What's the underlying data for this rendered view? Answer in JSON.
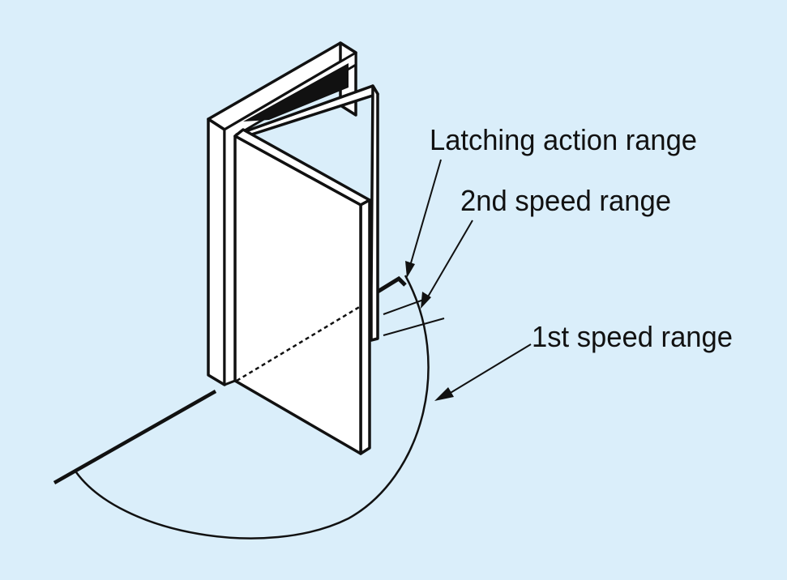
{
  "labels": {
    "latching": "Latching action range",
    "second_speed": "2nd speed range",
    "first_speed": "1st speed range"
  },
  "colors": {
    "background": "#daeefa",
    "panel": "#ffffff",
    "ink": "#111111"
  }
}
